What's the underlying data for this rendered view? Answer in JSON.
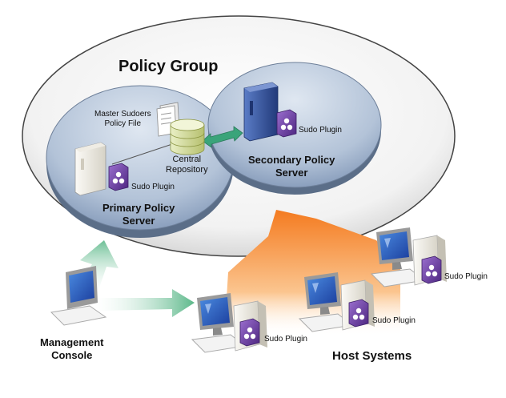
{
  "diagram": {
    "group_title": "Policy Group",
    "central_repository": "Central\nRepository",
    "sudoers_file": "Master Sudoers\nPolicy File",
    "primary_server": "Primary Policy\nServer",
    "secondary_server": "Secondary Policy\nServer",
    "management_console": "Management\nConsole",
    "host_systems": "Host Systems",
    "plugin_labels": {
      "primary": "Sudo Plugin",
      "secondary": "Sudo Plugin",
      "host1": "Sudo Plugin",
      "host2": "Sudo Plugin",
      "host3": "Sudo Plugin"
    }
  },
  "colors": {
    "arrow_orange": "#f68b1f",
    "arrow_green": "#7cc8a6",
    "disk_blue": "#8fa6c4",
    "plugin_purple": "#6a3e99",
    "server_blue": "#2f4f9a"
  },
  "icons": [
    "desktop-computer-icon",
    "tower-server-icon",
    "database-icon",
    "document-icon",
    "plugin-icon"
  ]
}
